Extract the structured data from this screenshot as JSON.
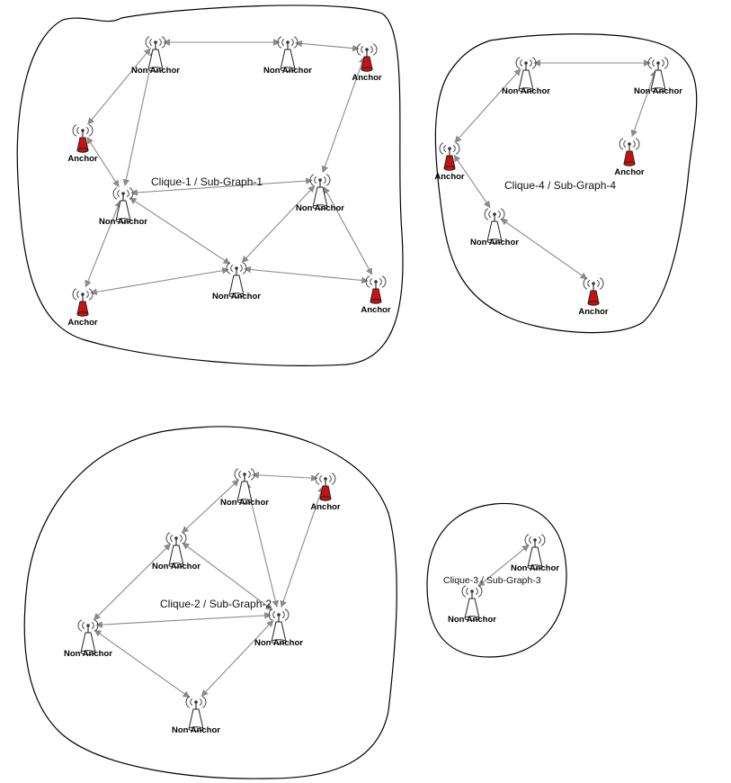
{
  "colors": {
    "anchor": "#cc1111",
    "non_anchor": "#ffffff",
    "edge": "#8a8a8a",
    "boundary": "#000000"
  },
  "labels": {
    "anchor": "Anchor",
    "non_anchor": "Non Anchor"
  },
  "cliques": [
    {
      "id": "c1",
      "label": "Clique-1 / Sub-Graph-1",
      "nodes": [
        {
          "id": "a",
          "type": "non_anchor"
        },
        {
          "id": "b",
          "type": "non_anchor"
        },
        {
          "id": "c",
          "type": "anchor"
        },
        {
          "id": "d",
          "type": "anchor"
        },
        {
          "id": "e",
          "type": "non_anchor"
        },
        {
          "id": "f",
          "type": "non_anchor"
        },
        {
          "id": "g",
          "type": "non_anchor"
        },
        {
          "id": "h",
          "type": "anchor"
        },
        {
          "id": "i",
          "type": "anchor"
        }
      ],
      "edges": [
        [
          "a",
          "b"
        ],
        [
          "b",
          "c"
        ],
        [
          "a",
          "d"
        ],
        [
          "a",
          "e"
        ],
        [
          "d",
          "e"
        ],
        [
          "e",
          "f"
        ],
        [
          "c",
          "f"
        ],
        [
          "e",
          "h"
        ],
        [
          "e",
          "g"
        ],
        [
          "f",
          "g"
        ],
        [
          "g",
          "h"
        ],
        [
          "g",
          "i"
        ],
        [
          "f",
          "i"
        ]
      ]
    },
    {
      "id": "c4",
      "label": "Clique-4 / Sub-Graph-4",
      "nodes": [
        {
          "id": "a",
          "type": "non_anchor"
        },
        {
          "id": "b",
          "type": "non_anchor"
        },
        {
          "id": "c",
          "type": "anchor"
        },
        {
          "id": "d",
          "type": "anchor"
        },
        {
          "id": "e",
          "type": "non_anchor"
        },
        {
          "id": "f",
          "type": "anchor"
        }
      ],
      "edges": [
        [
          "a",
          "b"
        ],
        [
          "a",
          "c"
        ],
        [
          "b",
          "d"
        ],
        [
          "c",
          "e"
        ],
        [
          "e",
          "f"
        ]
      ]
    },
    {
      "id": "c2",
      "label": "Clique-2 / Sub-Graph-2",
      "nodes": [
        {
          "id": "a",
          "type": "non_anchor"
        },
        {
          "id": "b",
          "type": "anchor"
        },
        {
          "id": "c",
          "type": "non_anchor"
        },
        {
          "id": "d",
          "type": "non_anchor"
        },
        {
          "id": "e",
          "type": "non_anchor"
        },
        {
          "id": "f",
          "type": "non_anchor"
        }
      ],
      "edges": [
        [
          "a",
          "b"
        ],
        [
          "a",
          "c"
        ],
        [
          "a",
          "e"
        ],
        [
          "b",
          "e"
        ],
        [
          "c",
          "e"
        ],
        [
          "c",
          "d"
        ],
        [
          "d",
          "e"
        ],
        [
          "d",
          "f"
        ],
        [
          "e",
          "f"
        ]
      ]
    },
    {
      "id": "c3",
      "label": "Clique-3 / Sub-Graph-3",
      "nodes": [
        {
          "id": "a",
          "type": "non_anchor"
        },
        {
          "id": "b",
          "type": "non_anchor"
        }
      ],
      "edges": [
        [
          "a",
          "b"
        ]
      ]
    }
  ]
}
